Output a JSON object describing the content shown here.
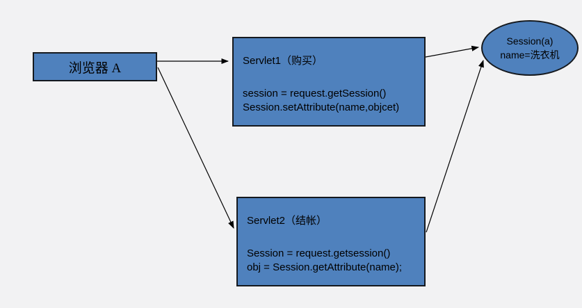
{
  "canvas": {
    "background": "#f2f2f3"
  },
  "colors": {
    "node_fill": "#4f81bd",
    "node_border": "#15191e",
    "arrow": "#000000",
    "text": "#000000"
  },
  "nodes": {
    "browser": {
      "label": "浏览器 A"
    },
    "servlet1": {
      "title": "Servlet1（购买）",
      "code": [
        "session = request.getSession()",
        "Session.setAttribute(name,objcet)"
      ]
    },
    "servlet2": {
      "title": "Servlet2（结帐）",
      "code": [
        "Session = request.getsession()",
        "obj = Session.getAttribute(name);"
      ]
    },
    "session_store": {
      "title": "Session(a)",
      "subtitle": "name=洗衣机"
    }
  },
  "edges": [
    {
      "from": "browser",
      "to": "servlet1"
    },
    {
      "from": "browser",
      "to": "servlet2"
    },
    {
      "from": "servlet1",
      "to": "session_store"
    },
    {
      "from": "servlet2",
      "to": "session_store"
    }
  ]
}
